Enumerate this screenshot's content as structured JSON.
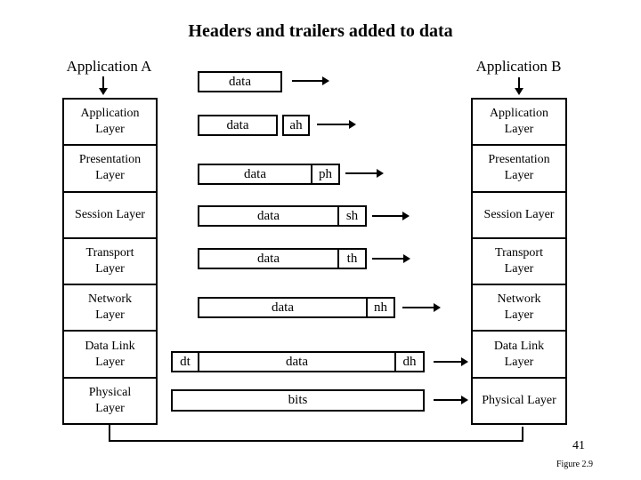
{
  "title": "Headers and trailers added to data",
  "endpoints": {
    "left": "Application A",
    "right": "Application B"
  },
  "layers": [
    "Application Layer",
    "Presentation Layer",
    "Session Layer",
    "Transport Layer",
    "Network Layer",
    "Data Link Layer",
    "Physical Layer"
  ],
  "pdu_rows": {
    "top": {
      "data": "data"
    },
    "application": {
      "data": "data",
      "header": "ah"
    },
    "presentation": {
      "data": "data",
      "header": "ph"
    },
    "session": {
      "data": "data",
      "header": "sh"
    },
    "transport": {
      "data": "data",
      "header": "th"
    },
    "network": {
      "data": "data",
      "header": "nh"
    },
    "datalink": {
      "trailer": "dt",
      "data": "data",
      "header": "dh"
    },
    "physical": {
      "data": "bits"
    }
  },
  "footer": {
    "page_number": "41",
    "figure_caption": "Figure 2.9"
  },
  "colors": {
    "ink": "#000000",
    "background": "#ffffff"
  }
}
